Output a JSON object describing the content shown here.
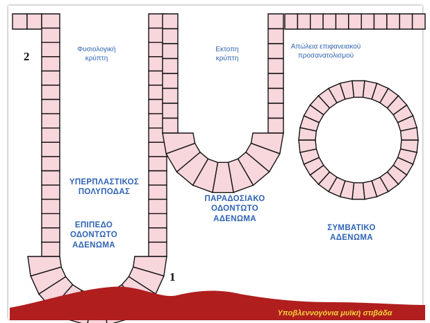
{
  "labels": {
    "normal_crypt": "Φυσιολογική κρύπτη",
    "serrated_crypt": "Εκτοπη κρύπτη",
    "serrated_loss": "Απώλεια επιφανειακού προσανατολισμού",
    "hyperplastic": "ΥΠΕΡΠΛΑΣΤΙΚΟΣ ΠΟΛΥΠΟΔΑΣ",
    "flat_serrated": "ΕΠΙΠΕΔΟ ΟΔΟΝΤΩΤΟ ΑΔΕΝΩΜΑ",
    "traditional_serrated": "ΠΑΡΑΔΟΣΙΑΚΟ ΟΔΟΝΤΩΤΟ ΑΔΕΝΩΜΑ",
    "conventional": "ΣΥΜΒΑΤΙΚΟ ΑΔΕΝΩΜΑ",
    "muscularis": "Υποβλεννογόνια μυϊκή στιβάδα",
    "marker_1": "1",
    "marker_2": "2"
  },
  "colors": {
    "cell_fill": "#f7d6dc",
    "cell_stroke": "#111111",
    "label_blue": "#2f63b3",
    "muscle_red": "#b01e1e",
    "footer_text": "#f2d33a"
  }
}
